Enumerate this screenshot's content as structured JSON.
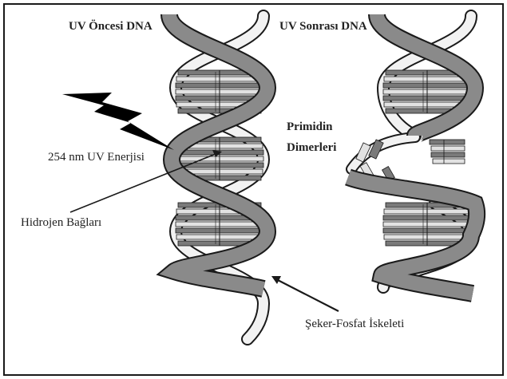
{
  "diagram": {
    "title_before": "UV Öncesi DNA",
    "title_after": "UV Sonrası DNA",
    "label_uv": "254 nm UV Enerjisi",
    "label_hbonds": "Hidrojen Bağları",
    "label_dimers_1": "Primidin",
    "label_dimers_2": "Dimerleri",
    "label_backbone": "Şeker-Fosfat İskeleti"
  },
  "colors": {
    "strand": "#8a8a8a",
    "strand_back": "#f2f2f2",
    "base_dark": "#6e6e6e",
    "base_light": "#dcdcdc",
    "outline": "#1a1a1a",
    "lightning": "#000000"
  },
  "icons": [
    "lightning-bolt-icon",
    "arrow-icon"
  ]
}
